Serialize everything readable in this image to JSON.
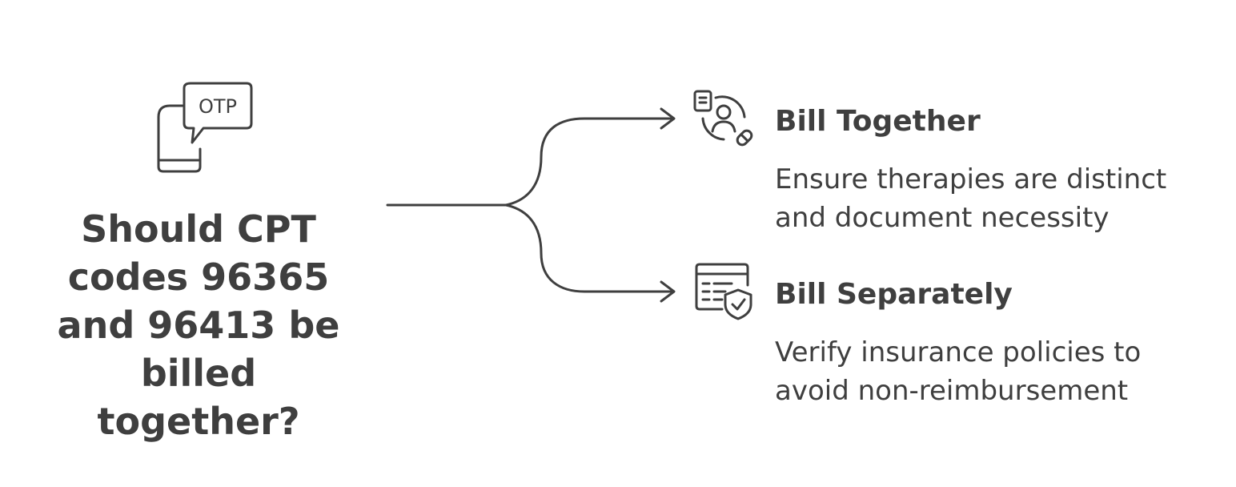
{
  "question": {
    "text": "Should CPT\ncodes 96365\nand 96413 be\nbilled\ntogether?",
    "icon": "otp-phone-icon",
    "icon_label": "OTP"
  },
  "options": [
    {
      "title": "Bill Together",
      "description": "Ensure therapies are distinct and document necessity",
      "icon": "patient-medication-icon"
    },
    {
      "title": "Bill Separately",
      "description": "Verify insurance policies to avoid non-reimbursement",
      "icon": "insurance-document-shield-icon"
    }
  ],
  "colors": {
    "ink": "#3f3f3f",
    "background": "#ffffff"
  }
}
